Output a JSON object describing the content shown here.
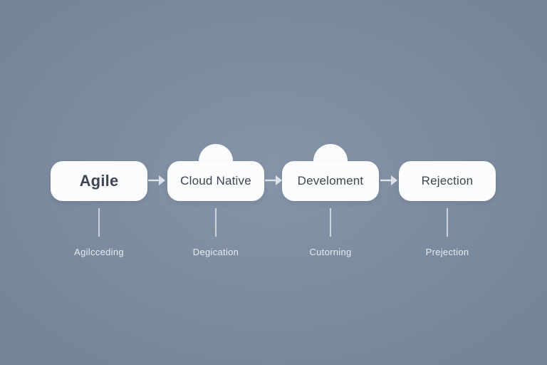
{
  "diagram": {
    "title": "four-step flow diagram",
    "nodes": [
      {
        "title": "Agile",
        "caption": "Agilcceding",
        "cloud_bump": false
      },
      {
        "title": "Cloud Native",
        "caption": "Degication",
        "cloud_bump": true
      },
      {
        "title": "Develoment",
        "caption": "Cutorning",
        "cloud_bump": true
      },
      {
        "title": "Rejection",
        "caption": "Prejection",
        "cloud_bump": false
      }
    ],
    "arrow_count": 3
  },
  "colors": {
    "bg_center": "#8594a7",
    "bg_edge": "#76859a",
    "node_fill": "#fbfcfd",
    "title_color": "#3d4654",
    "caption_color": "#e7ebf0",
    "arrow_color": "#dde2e8",
    "connector_color": "#cdd3da"
  }
}
